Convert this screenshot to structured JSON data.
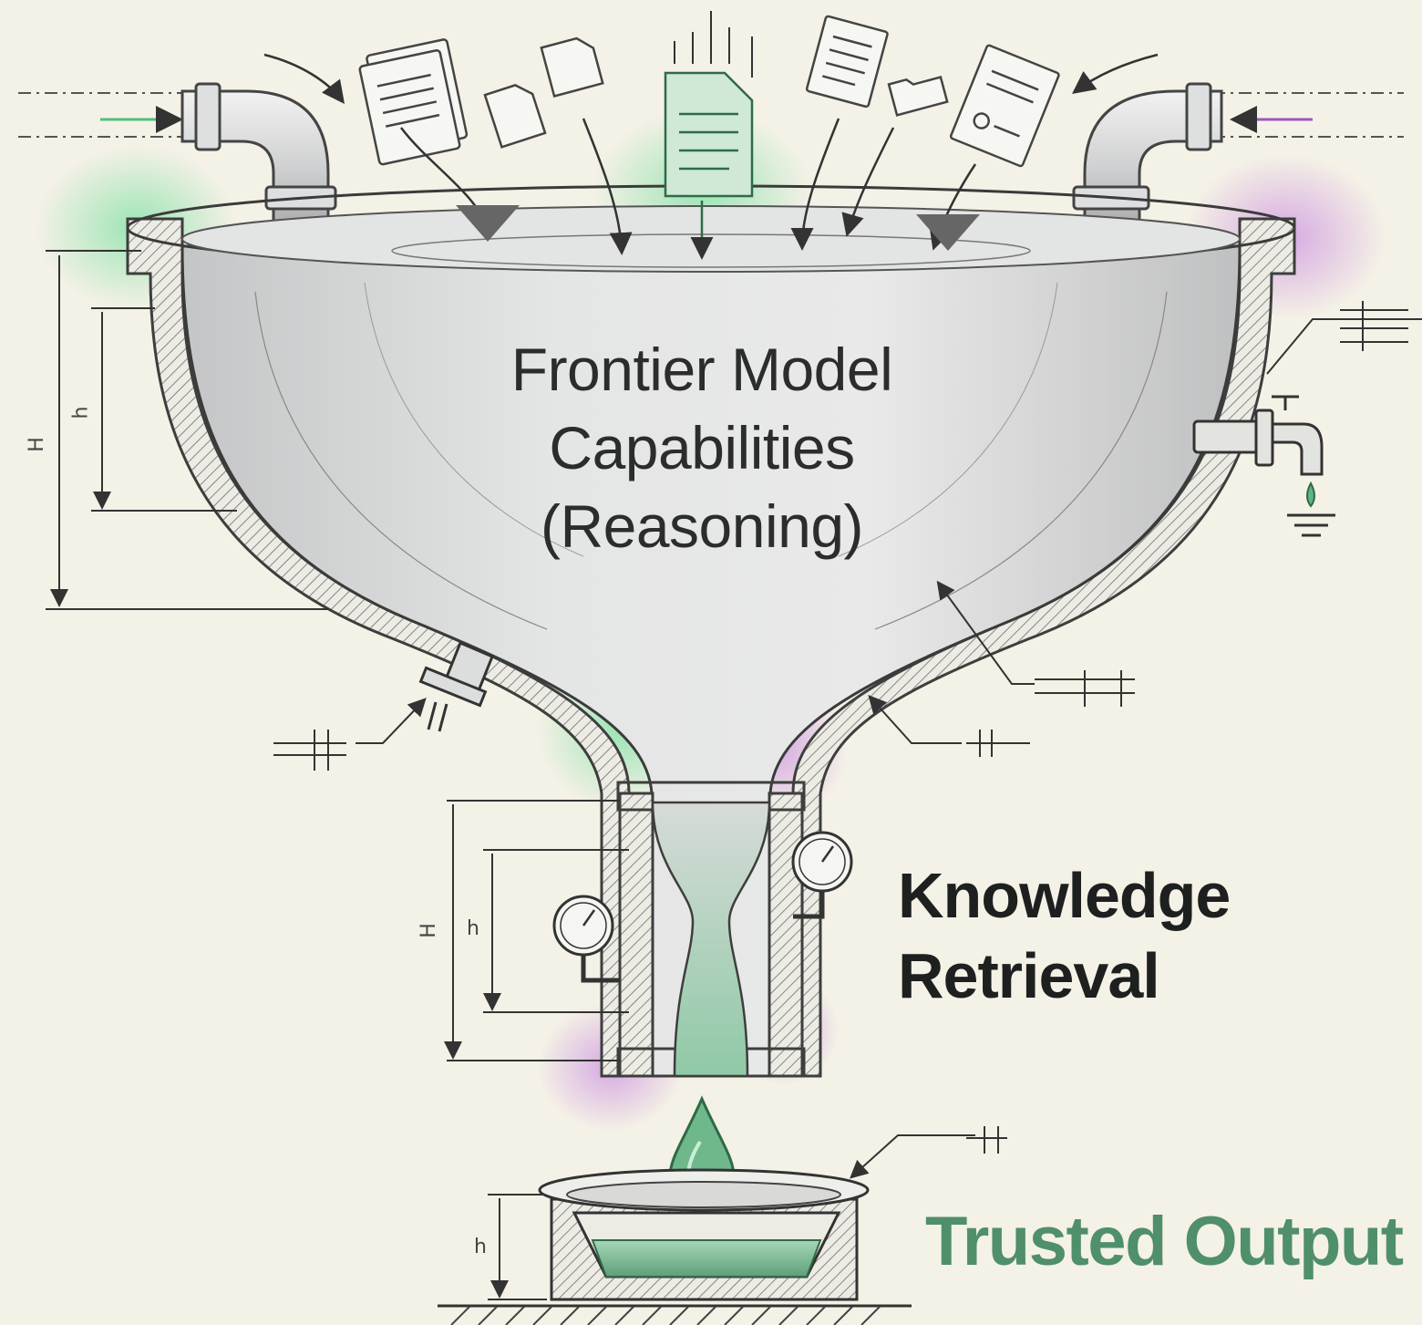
{
  "diagram": {
    "main_label_lines": [
      "Frontier Model",
      "Capabilities",
      "(Reasoning)"
    ],
    "secondary_label_lines": [
      "Knowledge",
      "Retrieval"
    ],
    "output_label": "Trusted Output",
    "dimension_marks": {
      "upper_outer": "H",
      "upper_inner": "h",
      "neck_outer": "H",
      "neck_inner": "h",
      "basin": "h"
    }
  },
  "colors": {
    "background": "#f4f1e6",
    "ink": "#3a3c3b",
    "accent_green": "#4f8f6a",
    "accent_purple": "#a45fc0",
    "funnel_fill": "#d9dadb"
  },
  "icons": [
    "document-icon",
    "folder-icon",
    "pressure-gauge-icon",
    "faucet-icon",
    "droplet-icon",
    "pipe-elbow-icon"
  ]
}
